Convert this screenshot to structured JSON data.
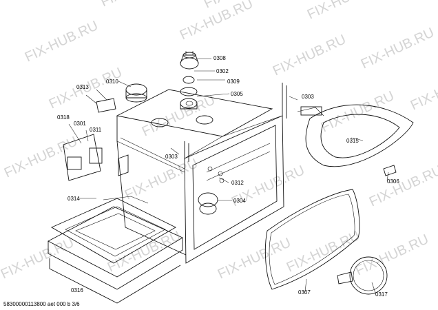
{
  "watermark": "FIX-HUB.RU",
  "footer": "58300000113800 aet 000 b 3/6",
  "labels": {
    "p0308": "0308",
    "p0302": "0302",
    "p0309": "0309",
    "p0305": "0305",
    "p0313": "0313",
    "p0310": "0310",
    "p0303a": "0303",
    "p0303b": "0303",
    "p0318": "0318",
    "p0301": "0301",
    "p0311": "0311",
    "p0315": "0315",
    "p0312": "0312",
    "p0306": "0306",
    "p0314": "0314",
    "p0304": "0304",
    "p0316": "0316",
    "p0307": "0307",
    "p0317": "0317"
  }
}
